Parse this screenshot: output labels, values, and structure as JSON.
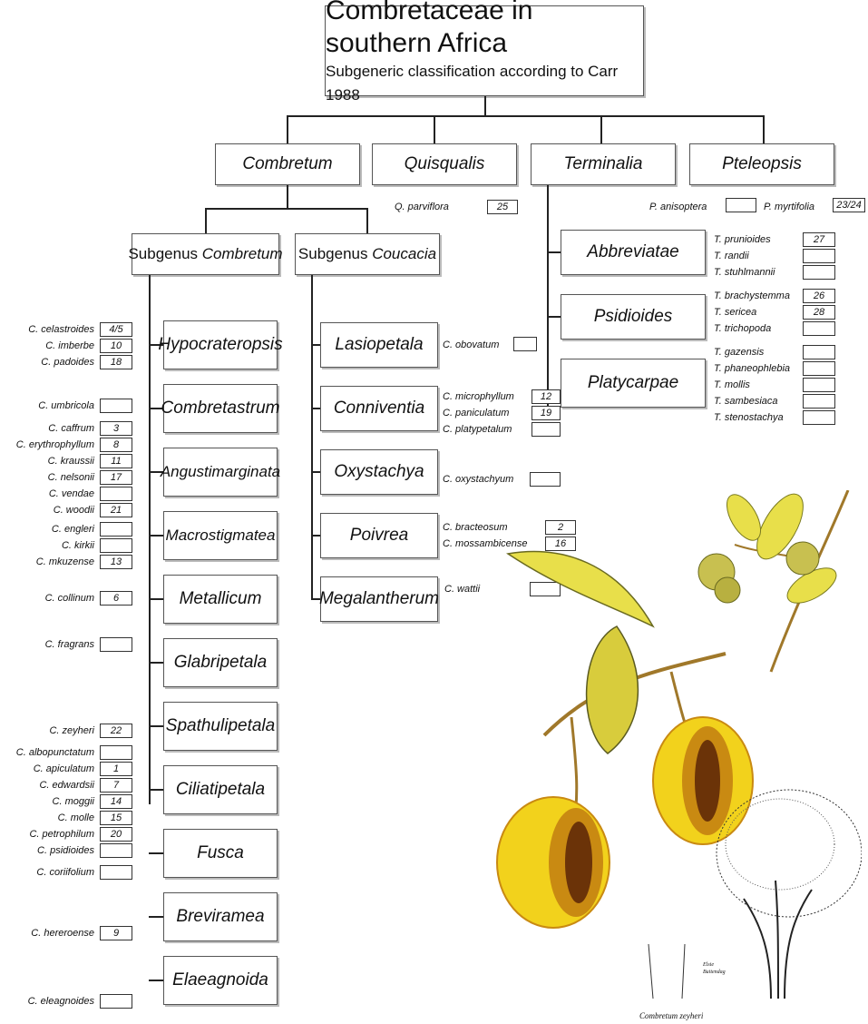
{
  "title": "Combretaceae in southern Africa",
  "subtitle": "Subgeneric classification according to Carr 1988",
  "genera": [
    "Combretum",
    "Quisqualis",
    "Terminalia",
    "Pteleopsis"
  ],
  "subgenera": [
    {
      "prefix": "Subgenus ",
      "name": "Combretum"
    },
    {
      "prefix": "Subgenus ",
      "name": "Coucacia"
    }
  ],
  "quisqualis_species": [
    {
      "name": "Q. parviflora",
      "num": "25"
    }
  ],
  "pteleopsis_species": [
    {
      "name": "P. anisoptera",
      "num": ""
    },
    {
      "name": "P. myrtifolia",
      "num": "23/24"
    }
  ],
  "terminalia_sections": [
    {
      "name": "Abbreviatae",
      "species": [
        {
          "name": "T. prunioides",
          "num": "27"
        },
        {
          "name": "T. randii",
          "num": ""
        },
        {
          "name": "T. stuhlmannii",
          "num": ""
        }
      ]
    },
    {
      "name": "Psidioides",
      "species": [
        {
          "name": "T. brachystemma",
          "num": "26"
        },
        {
          "name": "T. sericea",
          "num": "28"
        },
        {
          "name": "T. trichopoda",
          "num": ""
        }
      ]
    },
    {
      "name": "Platycarpae",
      "species": [
        {
          "name": "T. gazensis",
          "num": ""
        },
        {
          "name": "T. phaneophlebia",
          "num": ""
        },
        {
          "name": "T. mollis",
          "num": ""
        },
        {
          "name": "T. sambesiaca",
          "num": ""
        },
        {
          "name": "T. stenostachya",
          "num": ""
        }
      ]
    }
  ],
  "coucacia_sections": [
    {
      "name": "Lasiopetala",
      "species": [
        {
          "name": "C. obovatum",
          "num": ""
        }
      ]
    },
    {
      "name": "Conniventia",
      "species": [
        {
          "name": "C. microphyllum",
          "num": "12"
        },
        {
          "name": "C. paniculatum",
          "num": "19"
        },
        {
          "name": "C. platypetalum",
          "num": ""
        }
      ]
    },
    {
      "name": "Oxystachya",
      "species": [
        {
          "name": "C. oxystachyum",
          "num": ""
        }
      ]
    },
    {
      "name": "Poivrea",
      "species": [
        {
          "name": "C. bracteosum",
          "num": "2"
        },
        {
          "name": "C. mossambicense",
          "num": "16"
        }
      ]
    },
    {
      "name": "Megalantherum",
      "species": [
        {
          "name": "C. wattii",
          "num": ""
        }
      ]
    }
  ],
  "combretum_sections": [
    {
      "name": "Hypocrateropsis",
      "species": [
        {
          "name": "C. celastroides",
          "num": "4/5"
        },
        {
          "name": "C. imberbe",
          "num": "10"
        },
        {
          "name": "C. padoides",
          "num": "18"
        }
      ]
    },
    {
      "name": "Combretastrum",
      "species": [
        {
          "name": "C. umbricola",
          "num": ""
        }
      ]
    },
    {
      "name": "Angustimarginata",
      "species": [
        {
          "name": "C. caffrum",
          "num": "3"
        },
        {
          "name": "C. erythrophyllum",
          "num": "8"
        },
        {
          "name": "C. kraussii",
          "num": "11"
        },
        {
          "name": "C. nelsonii",
          "num": "17"
        },
        {
          "name": "C. vendae",
          "num": ""
        },
        {
          "name": "C. woodii",
          "num": "21"
        }
      ]
    },
    {
      "name": "Macrostigmatea",
      "species": [
        {
          "name": "C. engleri",
          "num": ""
        },
        {
          "name": "C. kirkii",
          "num": ""
        },
        {
          "name": "C. mkuzense",
          "num": "13"
        }
      ]
    },
    {
      "name": "Metallicum",
      "species": [
        {
          "name": "C. collinum",
          "num": "6"
        }
      ]
    },
    {
      "name": "Glabripetala",
      "species": [
        {
          "name": "C. fragrans",
          "num": ""
        }
      ]
    },
    {
      "name": "Spathulipetala",
      "species": [
        {
          "name": "C. zeyheri",
          "num": "22"
        }
      ]
    },
    {
      "name": "Ciliatipetala",
      "species": [
        {
          "name": "C. albopunctatum",
          "num": ""
        },
        {
          "name": "C. apiculatum",
          "num": "1"
        },
        {
          "name": "C. edwardsii",
          "num": "7"
        },
        {
          "name": "C. moggii",
          "num": "14"
        },
        {
          "name": "C. molle",
          "num": "15"
        },
        {
          "name": "C. petrophilum",
          "num": "20"
        },
        {
          "name": "C. psidioides",
          "num": ""
        }
      ]
    },
    {
      "name": "Fusca",
      "species": [
        {
          "name": "C. coriifolium",
          "num": ""
        }
      ]
    },
    {
      "name": "Breviramea",
      "species": [
        {
          "name": "C. hereroense",
          "num": "9"
        }
      ]
    },
    {
      "name": "Elaeagnoida",
      "species": [
        {
          "name": "C. eleagnoides",
          "num": ""
        }
      ]
    }
  ],
  "illustration": {
    "caption": "Combretum zeyheri",
    "signature": "Elsie Buitendag"
  },
  "colors": {
    "petal": "#f2d21c",
    "petal_dark": "#c98a12",
    "center": "#6b3308",
    "leaf": "#e8df4a",
    "stem": "#a0782a"
  }
}
